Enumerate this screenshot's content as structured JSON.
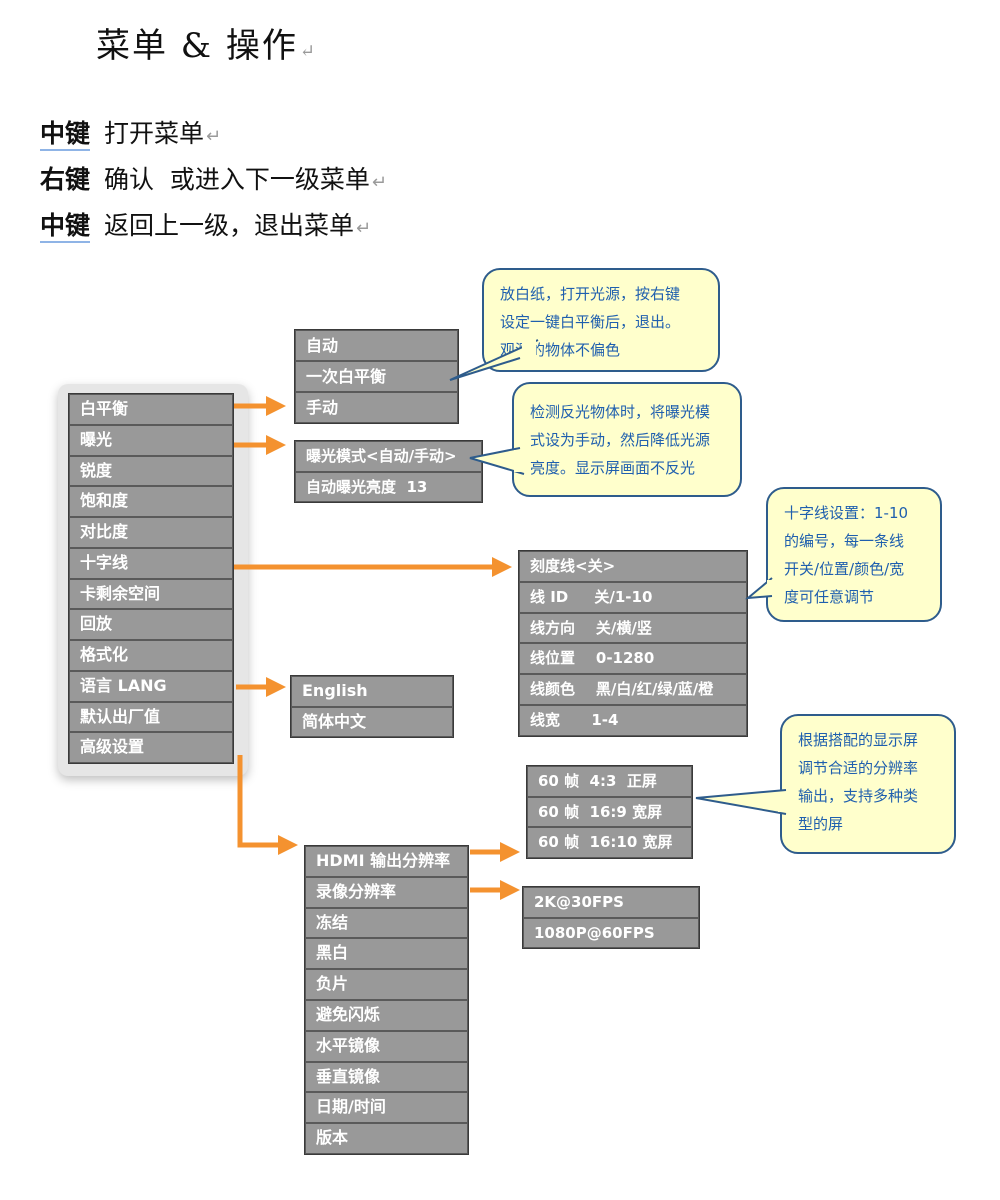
{
  "title": "菜单 & 操作",
  "pilcrow": "↵",
  "keys": [
    {
      "key": "中键",
      "desc": "打开菜单"
    },
    {
      "key": "右键",
      "desc": "确认  或进入下一级菜单"
    },
    {
      "key": "中键",
      "desc": "返回上一级，退出菜单"
    }
  ],
  "main_menu": [
    "白平衡",
    "曝光",
    "锐度",
    "饱和度",
    "对比度",
    "十字线",
    "卡剩余空间",
    "回放",
    "格式化",
    "语言 LANG",
    "默认出厂值",
    "高级设置"
  ],
  "wb_menu": [
    "自动",
    "一次白平衡",
    "手动"
  ],
  "exposure_menu": [
    "曝光模式<自动/手动>",
    "自动曝光亮度  13"
  ],
  "cross_menu": [
    "刻度线<关>",
    "线 ID     关/1-10",
    "线方向    关/横/竖",
    "线位置    0-1280",
    "线颜色    黑/白/红/绿/蓝/橙",
    "线宽      1-4"
  ],
  "lang_menu": [
    "English",
    "简体中文"
  ],
  "advanced_menu": [
    "HDMI 输出分辨率",
    "录像分辨率",
    "冻结",
    "黑白",
    "负片",
    "避免闪烁",
    "水平镜像",
    "垂直镜像",
    "日期/时间",
    "版本"
  ],
  "hdmi_menu": [
    "60 帧  4:3  正屏",
    "60 帧  16:9 宽屏",
    "60 帧  16:10 宽屏"
  ],
  "rec_menu": [
    "2K@30FPS",
    "1080P@60FPS"
  ],
  "bubbles": {
    "wb": [
      "放白纸，打开光源，按右键",
      "设定一键白平衡后，退出。",
      "观测的物体不偏色"
    ],
    "exposure": [
      "检测反光物体时，将曝光模",
      "式设为手动，然后降低光源",
      "亮度。显示屏画面不反光"
    ],
    "cross": [
      "十字线设置：1-10",
      "的编号，每一条线",
      "开关/位置/颜色/宽",
      "度可任意调节"
    ],
    "hdmi": [
      "根据搭配的显示屏",
      "调节合适的分辨率",
      "输出，支持多种类",
      "型的屏"
    ]
  },
  "colors": {
    "arrow": "#f4922f",
    "menu_item": "#999999",
    "bubble_fill": "#ffffcc",
    "bubble_border": "#2e5c8c",
    "bubble_text": "#1f5fae"
  }
}
